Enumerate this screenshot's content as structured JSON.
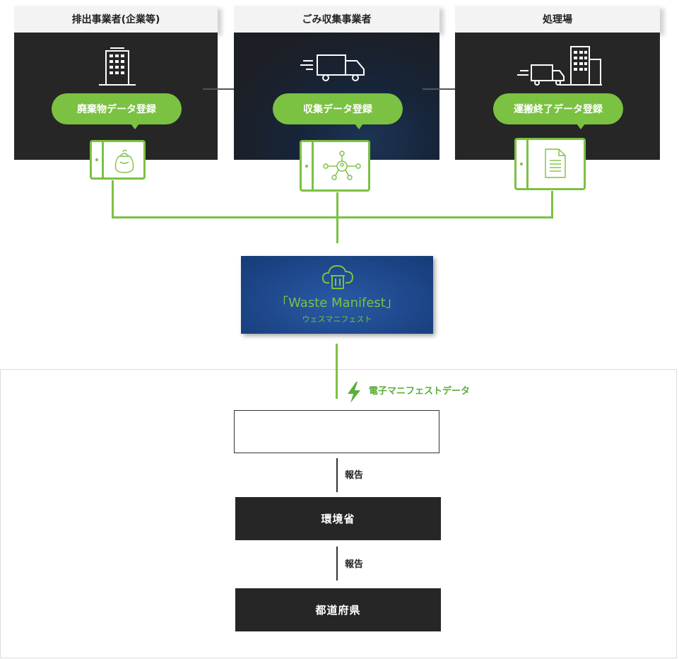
{
  "columns": [
    {
      "header": "排出事業者(企業等)",
      "action": "廃棄物データ登録",
      "building_icon": "building-icon",
      "device_icon": "garbage-bag-icon"
    },
    {
      "header": "ごみ収集事業者",
      "action": "収集データ登録",
      "building_icon": "truck-icon",
      "device_icon": "network-icon"
    },
    {
      "header": "処理場",
      "action": "運搬終了データ登録",
      "building_icon": "truck-building-icon",
      "device_icon": "document-icon"
    }
  ],
  "manifest": {
    "title": "「Waste Manifest」",
    "subtitle": "ウェスマニフェスト",
    "icon": "cloud-trash-icon"
  },
  "edata_label": "電子マニフェストデータ",
  "report_labels": [
    "報告",
    "報告"
  ],
  "agencies": [
    "環境省",
    "都道府県"
  ],
  "colors": {
    "accent": "#7bc142",
    "dark": "#262626",
    "manifest_bg": "#1f4a8e"
  }
}
